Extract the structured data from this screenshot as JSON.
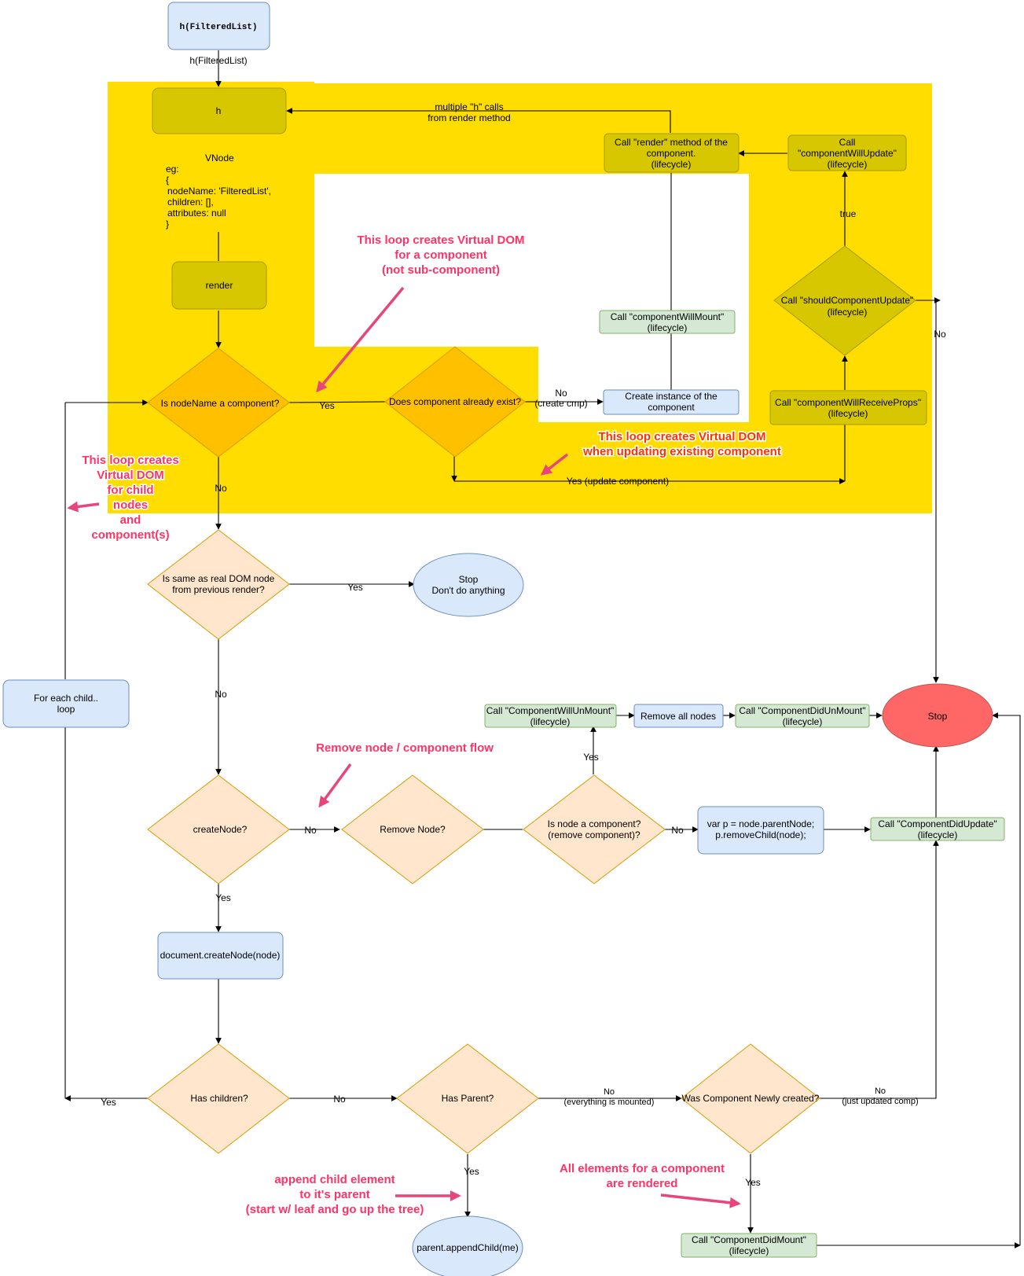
{
  "colors": {
    "yellow_area": "#ffdd00",
    "olive_node": "#d6c700",
    "orange_diamond": "#ffc000",
    "peach_diamond": "#ffe6cc",
    "blue_node": "#dae8fc",
    "green_node": "#d5e8d4",
    "red_stop": "#ff6666",
    "annotation": "#ff3366",
    "annotation_alt": "#ff3300"
  },
  "nodes": {
    "start": "h(FilteredList)",
    "h": "h",
    "vnode_lines": [
      "VNode",
      "eg:",
      "{",
      " nodeName: 'FilteredList',",
      " children: [],",
      " attributes: null",
      "}"
    ],
    "render": "render",
    "is_component": "Is nodeName a component?",
    "already_exist": "Does component already exist?",
    "create_instance": [
      "Create instance of the",
      "component"
    ],
    "will_mount": [
      "Call \"componentWillMount\"",
      "(lifecycle)"
    ],
    "render_method": [
      "Call \"render\" method of the",
      "component.",
      "(lifecycle)"
    ],
    "will_update": [
      "Call",
      "\"componentWillUpdate\"",
      "(lifecycle)"
    ],
    "should_update": [
      "Call \"shouldComponentUpdate\"",
      "(lifecycle)"
    ],
    "will_receive_props": [
      "Call \"componentWillReceiveProps\"",
      "(lifecycle)"
    ],
    "same_as_real": [
      "Is same as real DOM node",
      "from previous render?"
    ],
    "stop_nothing": [
      "Stop",
      "Don't do anything"
    ],
    "for_each_child": [
      "For each child..",
      "loop"
    ],
    "create_node": "createNode?",
    "remove_node": "Remove Node?",
    "is_node_component": [
      "Is node a component?",
      "(remove component)?"
    ],
    "remove_child": [
      "var p = node.parentNode;",
      "p.removeChild(node);"
    ],
    "will_unmount": [
      "Call \"ComponentWillUnMount\"",
      "(lifecycle)"
    ],
    "remove_all": "Remove all nodes",
    "did_unmount": [
      "Call \"ComponentDidUnMount\"",
      "(lifecycle)"
    ],
    "stop": "Stop",
    "did_update": [
      "Call \"ComponentDidUpdate\"",
      "(lifecycle)"
    ],
    "document_create": "document.createNode(node)",
    "has_children": "Has children?",
    "has_parent": "Has Parent?",
    "newly_created": "Was Component Newly created?",
    "append_child": "parent.appendChild(me)",
    "did_mount": [
      "Call \"ComponentDidMount\"",
      "(lifecycle)"
    ]
  },
  "edge_labels": {
    "h_call": "h(FilteredList)",
    "multiple_h": [
      "multiple \"h\" calls",
      "from render method"
    ],
    "yes": "Yes",
    "no": "No",
    "no_create_cmp": [
      "No",
      "(create cmp)"
    ],
    "yes_update": "Yes (update component)",
    "true": "true",
    "no_everything_mounted": [
      "No",
      "(everything is mounted)"
    ],
    "no_just_updated": [
      "No",
      "(just updated comp)"
    ]
  },
  "annotations": {
    "loop_component": [
      "This loop creates Virtual DOM",
      "for a component",
      "(not sub-component)"
    ],
    "loop_updating": [
      "This loop creates Virtual DOM",
      "when updating existing component"
    ],
    "loop_children": [
      "This loop creates",
      "Virtual DOM",
      "for child",
      "nodes",
      "and",
      "component(s)"
    ],
    "remove_flow": "Remove node / component flow",
    "append_note": [
      "append child element",
      "to it's parent",
      "(start w/ leaf and go up the tree)"
    ],
    "all_rendered": [
      "All elements for a component",
      "are rendered"
    ]
  }
}
